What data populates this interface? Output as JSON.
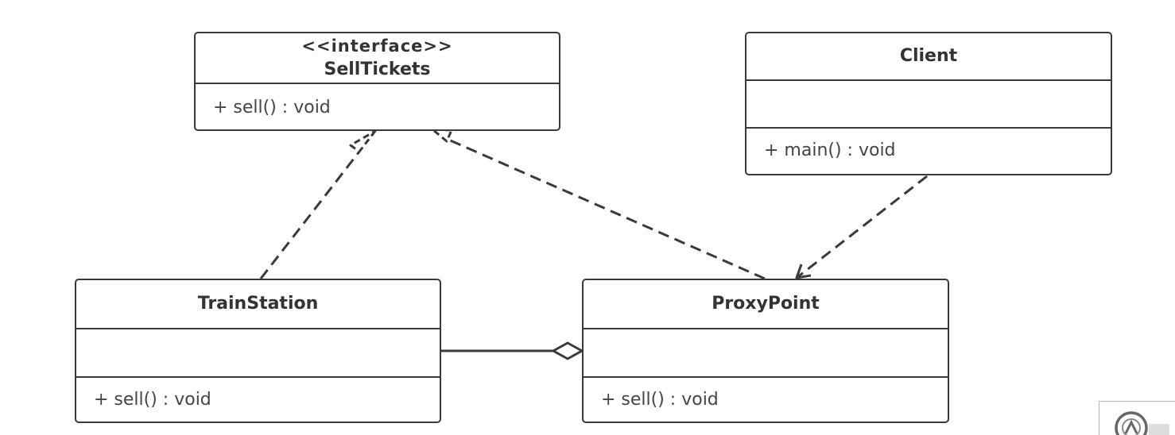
{
  "classes": {
    "sell_tickets": {
      "stereotype": "<<interface>>",
      "name": "SellTickets",
      "methods": [
        "+ sell() : void"
      ]
    },
    "client": {
      "name": "Client",
      "methods": [
        "+ main() : void"
      ]
    },
    "train_station": {
      "name": "TrainStation",
      "methods": [
        "+ sell() : void"
      ]
    },
    "proxy_point": {
      "name": "ProxyPoint",
      "methods": [
        "+ sell() : void"
      ]
    }
  },
  "relationships": [
    {
      "type": "realization",
      "from": "TrainStation",
      "to": "SellTickets"
    },
    {
      "type": "realization",
      "from": "ProxyPoint",
      "to": "SellTickets"
    },
    {
      "type": "dependency",
      "from": "Client",
      "to": "ProxyPoint"
    },
    {
      "type": "aggregation",
      "whole": "ProxyPoint",
      "part": "TrainStation"
    }
  ],
  "colors": {
    "line": "#3a3a3a",
    "text": "#333333",
    "background": "#ffffff"
  },
  "watermark": {
    "icon": "logo-watermark-icon"
  }
}
